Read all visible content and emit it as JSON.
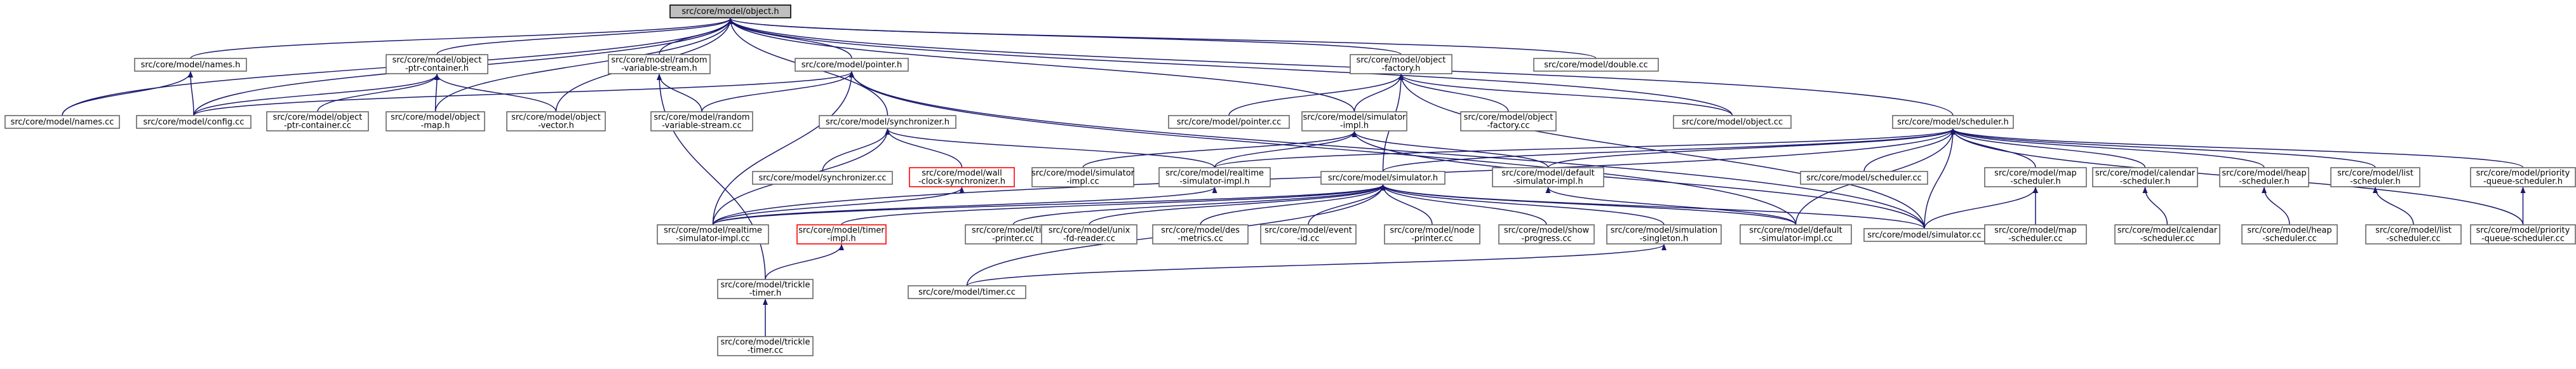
{
  "title": "src/core/model/object.h",
  "colors": {
    "edge": "#191970",
    "root_fill": "#bfbfbf",
    "node_border": "#666666",
    "broken_border": "#ff0000"
  },
  "nodes": [
    {
      "id": "object_h",
      "lines": [
        "src/core/model/object.h"
      ],
      "root": true
    },
    {
      "id": "names_h",
      "lines": [
        "src/core/model/names.h"
      ]
    },
    {
      "id": "ptr_container_h",
      "lines": [
        "src/core/model/object",
        "-ptr-container.h"
      ]
    },
    {
      "id": "random_h",
      "lines": [
        "src/core/model/random",
        "-variable-stream.h"
      ]
    },
    {
      "id": "pointer_h",
      "lines": [
        "src/core/model/pointer.h"
      ]
    },
    {
      "id": "factory_h",
      "lines": [
        "src/core/model/object",
        "-factory.h"
      ]
    },
    {
      "id": "double_cc",
      "lines": [
        "src/core/model/double.cc"
      ]
    },
    {
      "id": "names_cc",
      "lines": [
        "src/core/model/names.cc"
      ]
    },
    {
      "id": "config_cc",
      "lines": [
        "src/core/model/config.cc"
      ]
    },
    {
      "id": "ptr_container_cc",
      "lines": [
        "src/core/model/object",
        "-ptr-container.cc"
      ]
    },
    {
      "id": "map_h",
      "lines": [
        "src/core/model/object",
        "-map.h"
      ]
    },
    {
      "id": "vector_h",
      "lines": [
        "src/core/model/object",
        "-vector.h"
      ]
    },
    {
      "id": "random_cc",
      "lines": [
        "src/core/model/random",
        "-variable-stream.cc"
      ]
    },
    {
      "id": "synchronizer_h",
      "lines": [
        "src/core/model/synchronizer.h"
      ]
    },
    {
      "id": "pointer_cc",
      "lines": [
        "src/core/model/pointer.cc"
      ]
    },
    {
      "id": "sim_impl_h",
      "lines": [
        "src/core/model/simulator",
        "-impl.h"
      ]
    },
    {
      "id": "factory_cc",
      "lines": [
        "src/core/model/object",
        "-factory.cc"
      ]
    },
    {
      "id": "object_cc",
      "lines": [
        "src/core/model/object.cc"
      ]
    },
    {
      "id": "scheduler_h",
      "lines": [
        "src/core/model/scheduler.h"
      ]
    },
    {
      "id": "synchronizer_cc",
      "lines": [
        "src/core/model/synchronizer.cc"
      ]
    },
    {
      "id": "wall_clock_h",
      "lines": [
        "src/core/model/wall",
        "-clock-synchronizer.h"
      ],
      "broken": true
    },
    {
      "id": "sim_impl_cc",
      "lines": [
        "src/core/model/simulator",
        "-impl.cc"
      ]
    },
    {
      "id": "realtime_impl_h",
      "lines": [
        "src/core/model/realtime",
        "-simulator-impl.h"
      ]
    },
    {
      "id": "simulator_h",
      "lines": [
        "src/core/model/simulator.h"
      ]
    },
    {
      "id": "default_impl_h",
      "lines": [
        "src/core/model/default",
        "-simulator-impl.h"
      ]
    },
    {
      "id": "scheduler_cc",
      "lines": [
        "src/core/model/scheduler.cc"
      ]
    },
    {
      "id": "map_sched_h",
      "lines": [
        "src/core/model/map",
        "-scheduler.h"
      ]
    },
    {
      "id": "calendar_h",
      "lines": [
        "src/core/model/calendar",
        "-scheduler.h"
      ]
    },
    {
      "id": "heap_h",
      "lines": [
        "src/core/model/heap",
        "-scheduler.h"
      ]
    },
    {
      "id": "list_h",
      "lines": [
        "src/core/model/list",
        "-scheduler.h"
      ]
    },
    {
      "id": "priority_h",
      "lines": [
        "src/core/model/priority",
        "-queue-scheduler.h"
      ]
    },
    {
      "id": "realtime_impl_cc",
      "lines": [
        "src/core/model/realtime",
        "-simulator-impl.cc"
      ]
    },
    {
      "id": "timer_impl_h",
      "lines": [
        "src/core/model/timer",
        "-impl.h"
      ],
      "broken": true
    },
    {
      "id": "time_printer_cc",
      "lines": [
        "src/core/model/time",
        "-printer.cc"
      ]
    },
    {
      "id": "unix_fd_cc",
      "lines": [
        "src/core/model/unix",
        "-fd-reader.cc"
      ]
    },
    {
      "id": "des_metrics_cc",
      "lines": [
        "src/core/model/des",
        "-metrics.cc"
      ]
    },
    {
      "id": "event_id_cc",
      "lines": [
        "src/core/model/event",
        "-id.cc"
      ]
    },
    {
      "id": "node_printer_cc",
      "lines": [
        "src/core/model/node",
        "-printer.cc"
      ]
    },
    {
      "id": "show_progress_cc",
      "lines": [
        "src/core/model/show",
        "-progress.cc"
      ]
    },
    {
      "id": "sim_singleton_h",
      "lines": [
        "src/core/model/simulation",
        "-singleton.h"
      ]
    },
    {
      "id": "default_impl_cc",
      "lines": [
        "src/core/model/default",
        "-simulator-impl.cc"
      ]
    },
    {
      "id": "simulator_cc",
      "lines": [
        "src/core/model/simulator.cc"
      ]
    },
    {
      "id": "map_sched_cc",
      "lines": [
        "src/core/model/map",
        "-scheduler.cc"
      ]
    },
    {
      "id": "calendar_cc",
      "lines": [
        "src/core/model/calendar",
        "-scheduler.cc"
      ]
    },
    {
      "id": "heap_cc",
      "lines": [
        "src/core/model/heap",
        "-scheduler.cc"
      ]
    },
    {
      "id": "list_cc",
      "lines": [
        "src/core/model/list",
        "-scheduler.cc"
      ]
    },
    {
      "id": "priority_cc",
      "lines": [
        "src/core/model/priority",
        "-queue-scheduler.cc"
      ]
    },
    {
      "id": "trickle_h",
      "lines": [
        "src/core/model/trickle",
        "-timer.h"
      ]
    },
    {
      "id": "timer_cc",
      "lines": [
        "src/core/model/timer.cc"
      ]
    },
    {
      "id": "trickle_cc",
      "lines": [
        "src/core/model/trickle",
        "-timer.cc"
      ]
    }
  ],
  "edges": [
    [
      "object_h",
      "names_h"
    ],
    [
      "object_h",
      "names_cc"
    ],
    [
      "object_h",
      "config_cc"
    ],
    [
      "object_h",
      "ptr_container_h"
    ],
    [
      "object_h",
      "map_h"
    ],
    [
      "object_h",
      "vector_h"
    ],
    [
      "object_h",
      "random_h"
    ],
    [
      "object_h",
      "pointer_h"
    ],
    [
      "object_h",
      "synchronizer_h"
    ],
    [
      "object_h",
      "sim_impl_h"
    ],
    [
      "object_h",
      "factory_h"
    ],
    [
      "object_h",
      "object_cc"
    ],
    [
      "object_h",
      "double_cc"
    ],
    [
      "object_h",
      "scheduler_h"
    ],
    [
      "names_h",
      "names_cc"
    ],
    [
      "names_h",
      "config_cc"
    ],
    [
      "ptr_container_h",
      "config_cc"
    ],
    [
      "ptr_container_h",
      "ptr_container_cc"
    ],
    [
      "ptr_container_h",
      "map_h"
    ],
    [
      "ptr_container_h",
      "vector_h"
    ],
    [
      "random_h",
      "random_cc"
    ],
    [
      "random_h",
      "trickle_h"
    ],
    [
      "pointer_h",
      "config_cc"
    ],
    [
      "pointer_h",
      "random_cc"
    ],
    [
      "pointer_h",
      "realtime_impl_cc"
    ],
    [
      "pointer_h",
      "default_impl_cc"
    ],
    [
      "pointer_h",
      "simulator_cc"
    ],
    [
      "factory_h",
      "pointer_cc"
    ],
    [
      "factory_h",
      "sim_impl_h"
    ],
    [
      "factory_h",
      "factory_cc"
    ],
    [
      "factory_h",
      "object_cc"
    ],
    [
      "factory_h",
      "simulator_h"
    ],
    [
      "factory_h",
      "simulator_cc"
    ],
    [
      "synchronizer_h",
      "synchronizer_cc"
    ],
    [
      "synchronizer_h",
      "wall_clock_h"
    ],
    [
      "synchronizer_h",
      "realtime_impl_h"
    ],
    [
      "synchronizer_h",
      "realtime_impl_cc"
    ],
    [
      "wall_clock_h",
      "realtime_impl_cc"
    ],
    [
      "sim_impl_h",
      "sim_impl_cc"
    ],
    [
      "sim_impl_h",
      "realtime_impl_h"
    ],
    [
      "sim_impl_h",
      "default_impl_h"
    ],
    [
      "sim_impl_h",
      "simulator_cc"
    ],
    [
      "realtime_impl_h",
      "realtime_impl_cc"
    ],
    [
      "scheduler_h",
      "scheduler_cc"
    ],
    [
      "scheduler_h",
      "map_sched_h"
    ],
    [
      "scheduler_h",
      "calendar_h"
    ],
    [
      "scheduler_h",
      "heap_h"
    ],
    [
      "scheduler_h",
      "list_h"
    ],
    [
      "scheduler_h",
      "priority_h"
    ],
    [
      "scheduler_h",
      "simulator_cc"
    ],
    [
      "scheduler_h",
      "default_impl_cc"
    ],
    [
      "scheduler_h",
      "default_impl_h"
    ],
    [
      "scheduler_h",
      "realtime_impl_cc"
    ],
    [
      "scheduler_h",
      "realtime_impl_h"
    ],
    [
      "scheduler_h",
      "simulator_h"
    ],
    [
      "scheduler_h",
      "priority_cc"
    ],
    [
      "simulator_h",
      "realtime_impl_cc"
    ],
    [
      "simulator_h",
      "timer_impl_h"
    ],
    [
      "simulator_h",
      "time_printer_cc"
    ],
    [
      "simulator_h",
      "unix_fd_cc"
    ],
    [
      "simulator_h",
      "des_metrics_cc"
    ],
    [
      "simulator_h",
      "event_id_cc"
    ],
    [
      "simulator_h",
      "node_printer_cc"
    ],
    [
      "simulator_h",
      "show_progress_cc"
    ],
    [
      "simulator_h",
      "sim_singleton_h"
    ],
    [
      "simulator_h",
      "default_impl_cc"
    ],
    [
      "simulator_h",
      "simulator_cc"
    ],
    [
      "simulator_h",
      "timer_cc"
    ],
    [
      "default_impl_h",
      "default_impl_cc"
    ],
    [
      "map_sched_h",
      "map_sched_cc"
    ],
    [
      "map_sched_h",
      "simulator_cc"
    ],
    [
      "calendar_h",
      "calendar_cc"
    ],
    [
      "heap_h",
      "heap_cc"
    ],
    [
      "list_h",
      "list_cc"
    ],
    [
      "priority_h",
      "priority_cc"
    ],
    [
      "timer_impl_h",
      "trickle_h"
    ],
    [
      "sim_singleton_h",
      "timer_cc"
    ],
    [
      "trickle_h",
      "trickle_cc"
    ]
  ]
}
